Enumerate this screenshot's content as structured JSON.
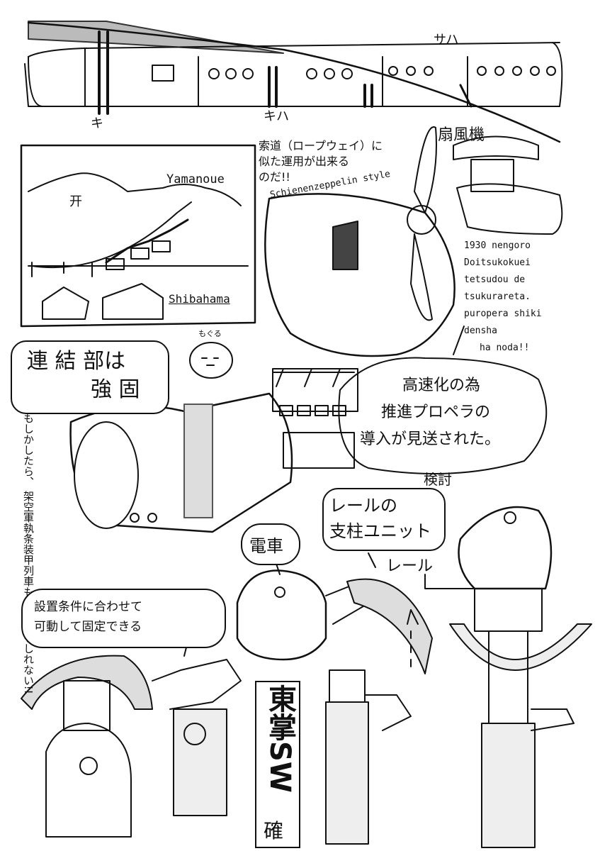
{
  "labels": {
    "ki": "キ",
    "kiha": "キハ",
    "saha": "サハ",
    "yamanoue": "Yamanoue",
    "shibahama": "Shibahama",
    "torii": "开",
    "sakudou": "索道（ロープウェイ）に似た運用が出来るのだ!!",
    "sakudou_lines": [
      "索道（ロープウェイ）に",
      "似た運用が出来る",
      "のだ!!"
    ],
    "zeppelin": "Schienenzeppelin style",
    "senpuuki": "扇風機",
    "note_lines": [
      "1930 nengoro",
      "Doitsukokuei",
      "tetsudou de",
      "tsukurareta.",
      "puropera shiki",
      "densha",
      "ha noda!!"
    ],
    "renketsu": [
      "連 結 部は",
      "強 固"
    ],
    "mogura": "もぐる",
    "kousoku": [
      "高速化の為",
      "推進プロペラの",
      "導入が見送された。"
    ],
    "kentou": "検討",
    "vertical_note": [
      "もしかしたら、",
      "架空軍執条装甲列車も",
      "あるかもしれない!!"
    ],
    "rail_unit": [
      "レールの",
      "支柱ユニット"
    ],
    "rail": "レール",
    "densha": "電車",
    "setchi": [
      "設置条件に合わせて",
      "可動して固定できる"
    ],
    "signature": "東掌SW",
    "signature_small": "確"
  }
}
